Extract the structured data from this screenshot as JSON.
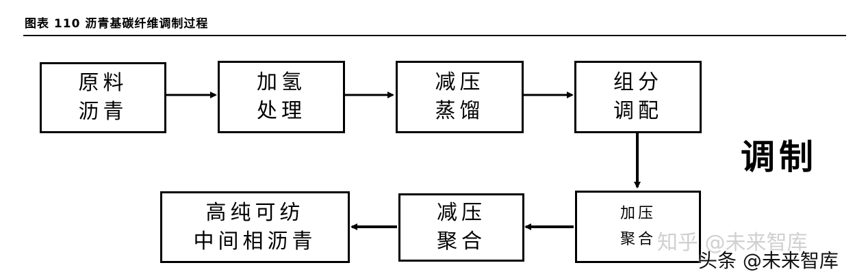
{
  "caption": "图表 110  沥青基碳纤维调制过程",
  "side_label": "调制",
  "nodes": {
    "raw": [
      "原料",
      "沥青"
    ],
    "hydro": [
      "加氢",
      "处理"
    ],
    "vacdist": [
      "减压",
      "蒸馏"
    ],
    "blend": [
      "组分",
      "调配"
    ],
    "pressurepoly": [
      "加压",
      "聚合"
    ],
    "vacpoly": [
      "减压",
      "聚合"
    ],
    "product": [
      "高纯可纺",
      "中间相沥青"
    ]
  },
  "watermarks": {
    "zhihu": "知乎 @未来智库",
    "toutiao": "头条 @未来智库"
  }
}
